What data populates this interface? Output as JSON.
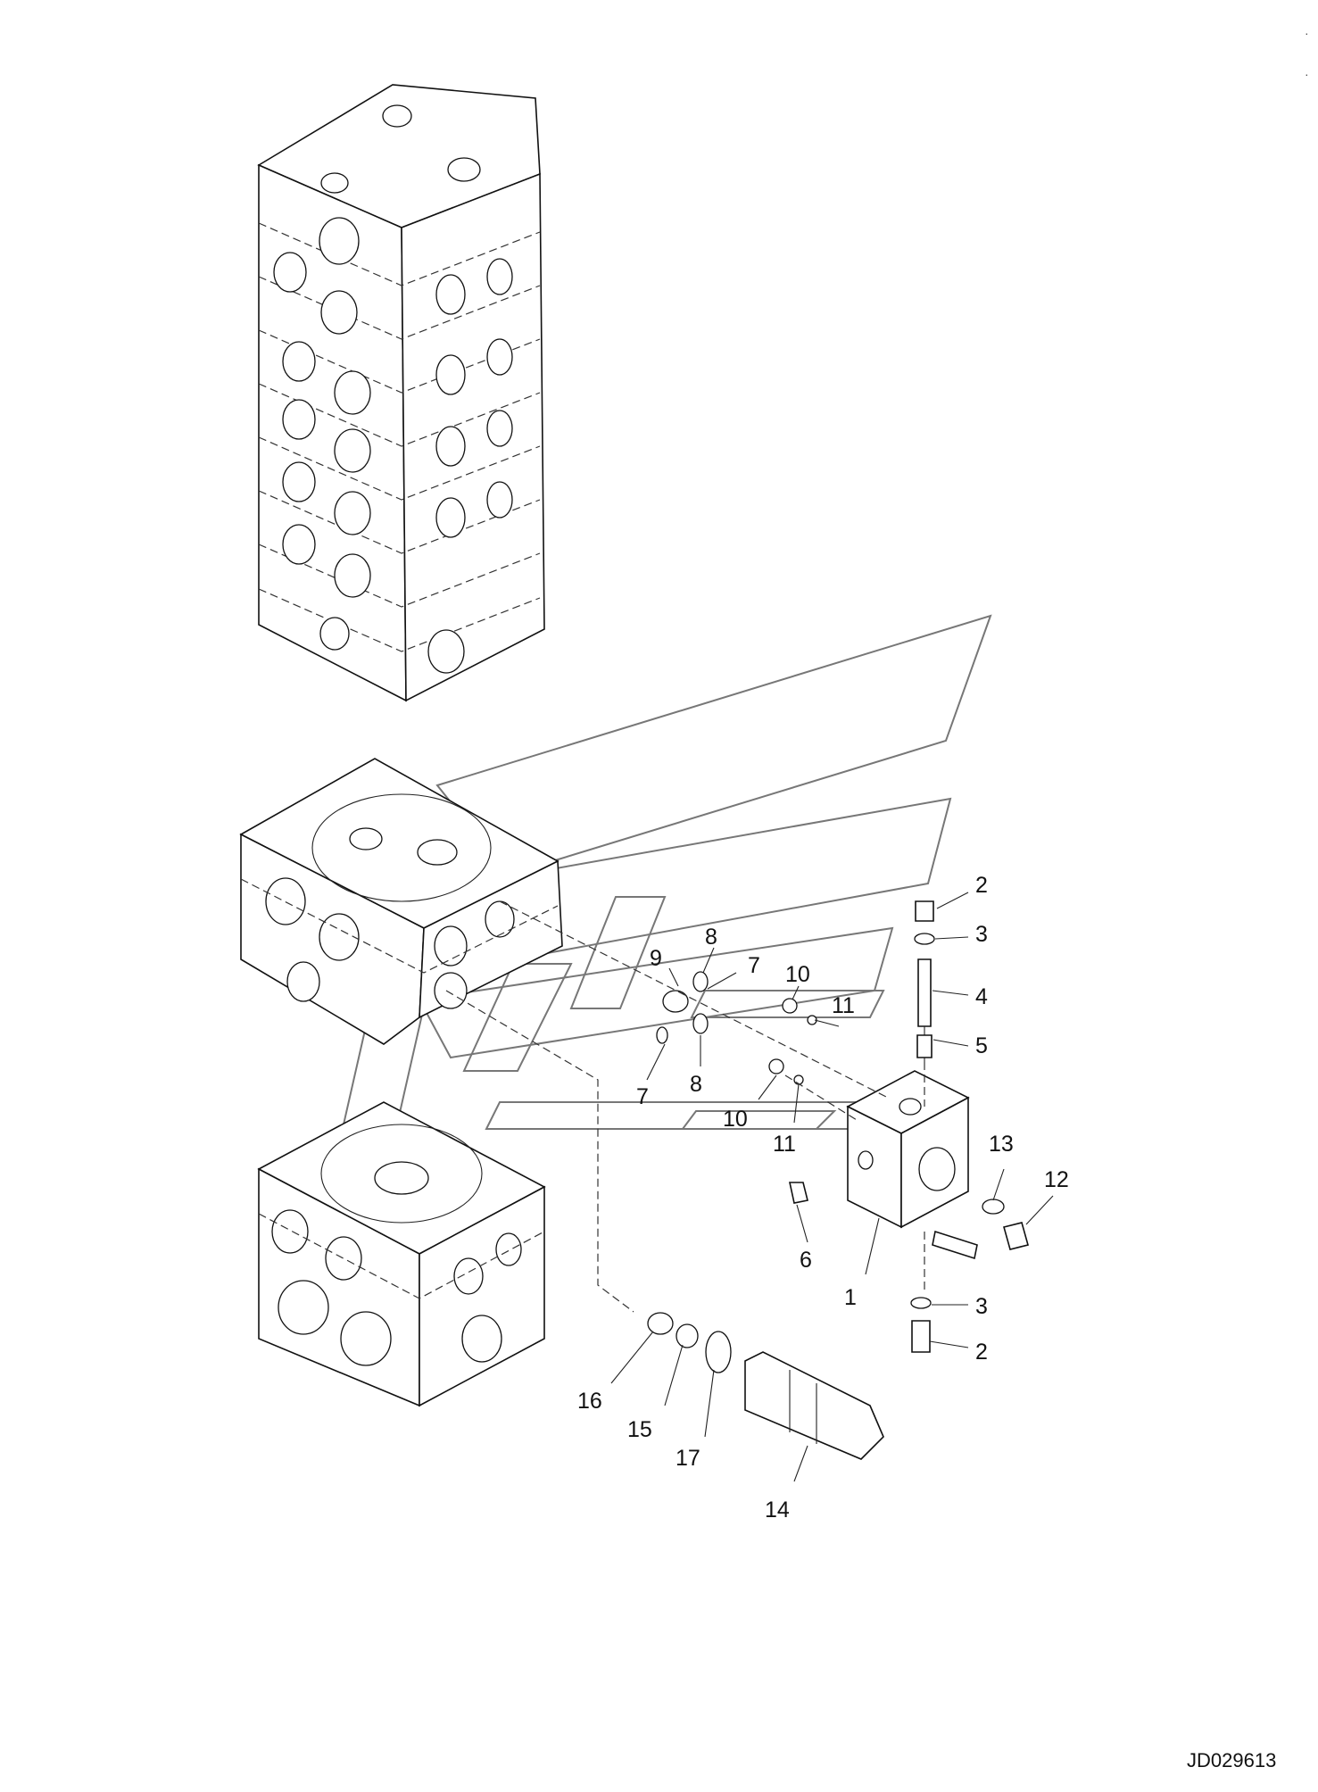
{
  "drawing_code": "JD029613",
  "corner_marks": [
    "·",
    "·"
  ],
  "callouts": [
    {
      "id": "c2a",
      "text": "2"
    },
    {
      "id": "c3a",
      "text": "3"
    },
    {
      "id": "c4",
      "text": "4"
    },
    {
      "id": "c5",
      "text": "5"
    },
    {
      "id": "c9",
      "text": "9"
    },
    {
      "id": "c8a",
      "text": "8"
    },
    {
      "id": "c7a",
      "text": "7"
    },
    {
      "id": "c10a",
      "text": "10"
    },
    {
      "id": "c11a",
      "text": "11"
    },
    {
      "id": "c7b",
      "text": "7"
    },
    {
      "id": "c8b",
      "text": "8"
    },
    {
      "id": "c10b",
      "text": "10"
    },
    {
      "id": "c11b",
      "text": "11"
    },
    {
      "id": "c13",
      "text": "13"
    },
    {
      "id": "c12",
      "text": "12"
    },
    {
      "id": "c6",
      "text": "6"
    },
    {
      "id": "c1",
      "text": "1"
    },
    {
      "id": "c3b",
      "text": "3"
    },
    {
      "id": "c2b",
      "text": "2"
    },
    {
      "id": "c16",
      "text": "16"
    },
    {
      "id": "c15",
      "text": "15"
    },
    {
      "id": "c17",
      "text": "17"
    },
    {
      "id": "c14",
      "text": "14"
    }
  ]
}
